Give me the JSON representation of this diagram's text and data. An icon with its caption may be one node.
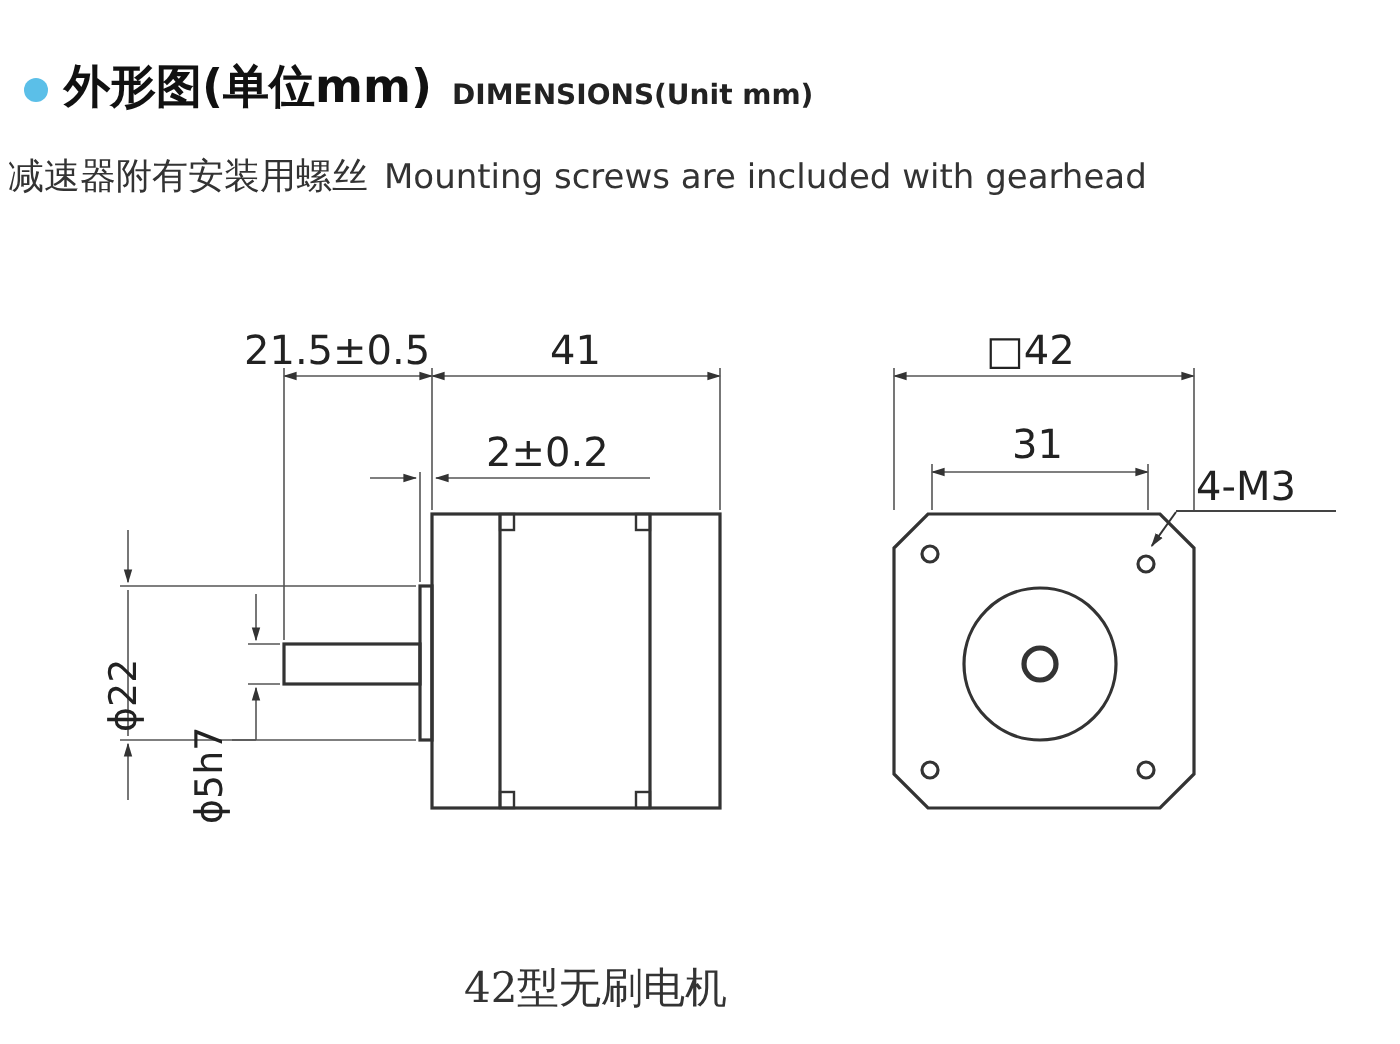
{
  "diagram": {
    "title": "外形图(单位mm)",
    "caption": "42型无刷电机",
    "nodes": [
      {
        "text": [
          "4-M3"
        ]
      },
      {
        "text": [],
        "shape": "circle"
      }
    ],
    "edges": [
      {
        "from": 0,
        "to": 1,
        "arrow": "to"
      }
    ],
    "labels": [
      "DIMENSIONS(Unit mm)",
      "减速器附有安装用螺丝",
      "Mounting screws are included with gearhead",
      "21.5±0.5",
      "41",
      "2±0.2",
      "ϕ22",
      "ϕ5h7",
      "□42",
      "31"
    ]
  }
}
